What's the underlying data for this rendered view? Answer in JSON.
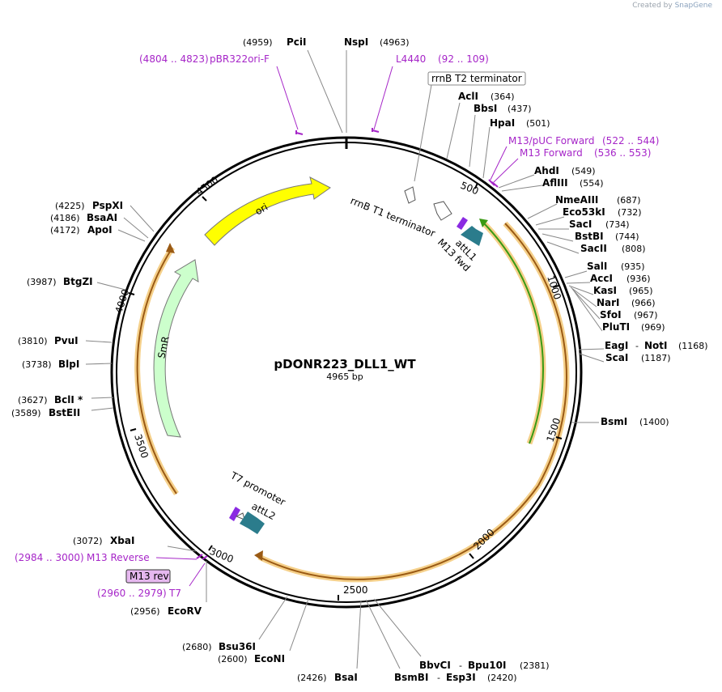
{
  "watermark": {
    "prefix": "Created by",
    "brand": "SnapGene"
  },
  "plasmid": {
    "name": "pDONR223_DLL1_WT",
    "size": "4965 bp"
  },
  "ticks": [
    "500",
    "1000",
    "1500",
    "2000",
    "2500",
    "3000",
    "3500",
    "4000",
    "4500"
  ],
  "features": [
    {
      "name": "ori"
    },
    {
      "name": "SmR"
    },
    {
      "name": "rrnB T1 terminator"
    },
    {
      "name": "rrnB T2 terminator"
    },
    {
      "name": "M13 fwd"
    },
    {
      "name": "attL1"
    },
    {
      "name": "T7 promoter"
    },
    {
      "name": "attL2"
    },
    {
      "name": "M13 rev"
    }
  ],
  "sites": [
    {
      "name": "PciI",
      "pos": "(4959)"
    },
    {
      "name": "NspI",
      "pos": "(4963)"
    },
    {
      "name": "AclI",
      "pos": "(364)"
    },
    {
      "name": "BbsI",
      "pos": "(437)"
    },
    {
      "name": "HpaI",
      "pos": "(501)"
    },
    {
      "name": "AhdI",
      "pos": "(549)"
    },
    {
      "name": "AflIII",
      "pos": "(554)"
    },
    {
      "name": "NmeAIII",
      "pos": "(687)"
    },
    {
      "name": "Eco53kI",
      "pos": "(732)"
    },
    {
      "name": "SacI",
      "pos": "(734)"
    },
    {
      "name": "BstBI",
      "pos": "(744)"
    },
    {
      "name": "SacII",
      "pos": "(808)"
    },
    {
      "name": "SalI",
      "pos": "(935)"
    },
    {
      "name": "AccI",
      "pos": "(936)"
    },
    {
      "name": "KasI",
      "pos": "(965)"
    },
    {
      "name": "NarI",
      "pos": "(966)"
    },
    {
      "name": "SfoI",
      "pos": "(967)"
    },
    {
      "name": "PluTI",
      "pos": "(969)"
    },
    {
      "name": "EagI",
      "pos": ""
    },
    {
      "name": "NotI",
      "pos": "(1168)"
    },
    {
      "name": "ScaI",
      "pos": "(1187)"
    },
    {
      "name": "BsmI",
      "pos": "(1400)"
    },
    {
      "name": "BbvCI",
      "pos": ""
    },
    {
      "name": "Bpu10I",
      "pos": "(2381)"
    },
    {
      "name": "BsmBI",
      "pos": ""
    },
    {
      "name": "Esp3I",
      "pos": "(2420)"
    },
    {
      "name": "BsaI",
      "pos": "(2426)"
    },
    {
      "name": "EcoNI",
      "pos": "(2600)"
    },
    {
      "name": "Bsu36I",
      "pos": "(2680)"
    },
    {
      "name": "EcoRV",
      "pos": "(2956)"
    },
    {
      "name": "XbaI",
      "pos": "(3072)"
    },
    {
      "name": "BstEII",
      "pos": "(3589)"
    },
    {
      "name": "BclI *",
      "pos": "(3627)"
    },
    {
      "name": "BlpI",
      "pos": "(3738)"
    },
    {
      "name": "PvuI",
      "pos": "(3810)"
    },
    {
      "name": "BtgZI",
      "pos": "(3987)"
    },
    {
      "name": "ApoI",
      "pos": "(4172)"
    },
    {
      "name": "BsaAI",
      "pos": "(4186)"
    },
    {
      "name": "PspXI",
      "pos": "(4225)"
    }
  ],
  "primers": [
    {
      "name": "pBR322ori-F",
      "range": "(4804 .. 4823)"
    },
    {
      "name": "L4440",
      "range": "(92 .. 109)"
    },
    {
      "name": "M13/pUC Forward",
      "range": "(522 .. 544)"
    },
    {
      "name": "M13 Forward",
      "range": "(536 .. 553)"
    },
    {
      "name": "M13 Reverse",
      "range": "(2984 .. 3000)"
    },
    {
      "name": "T7",
      "range": "(2960 .. 2979)"
    }
  ],
  "colors": {
    "ori": "#ffff00",
    "smr": "#ccffcc",
    "attL": "#2b7c8c",
    "primer": "#a626c8",
    "orf_outer": "#f5d08a",
    "orf_inner": "#9a5a14",
    "cds_inner": "#3a9a14",
    "backbone": "#000000"
  }
}
